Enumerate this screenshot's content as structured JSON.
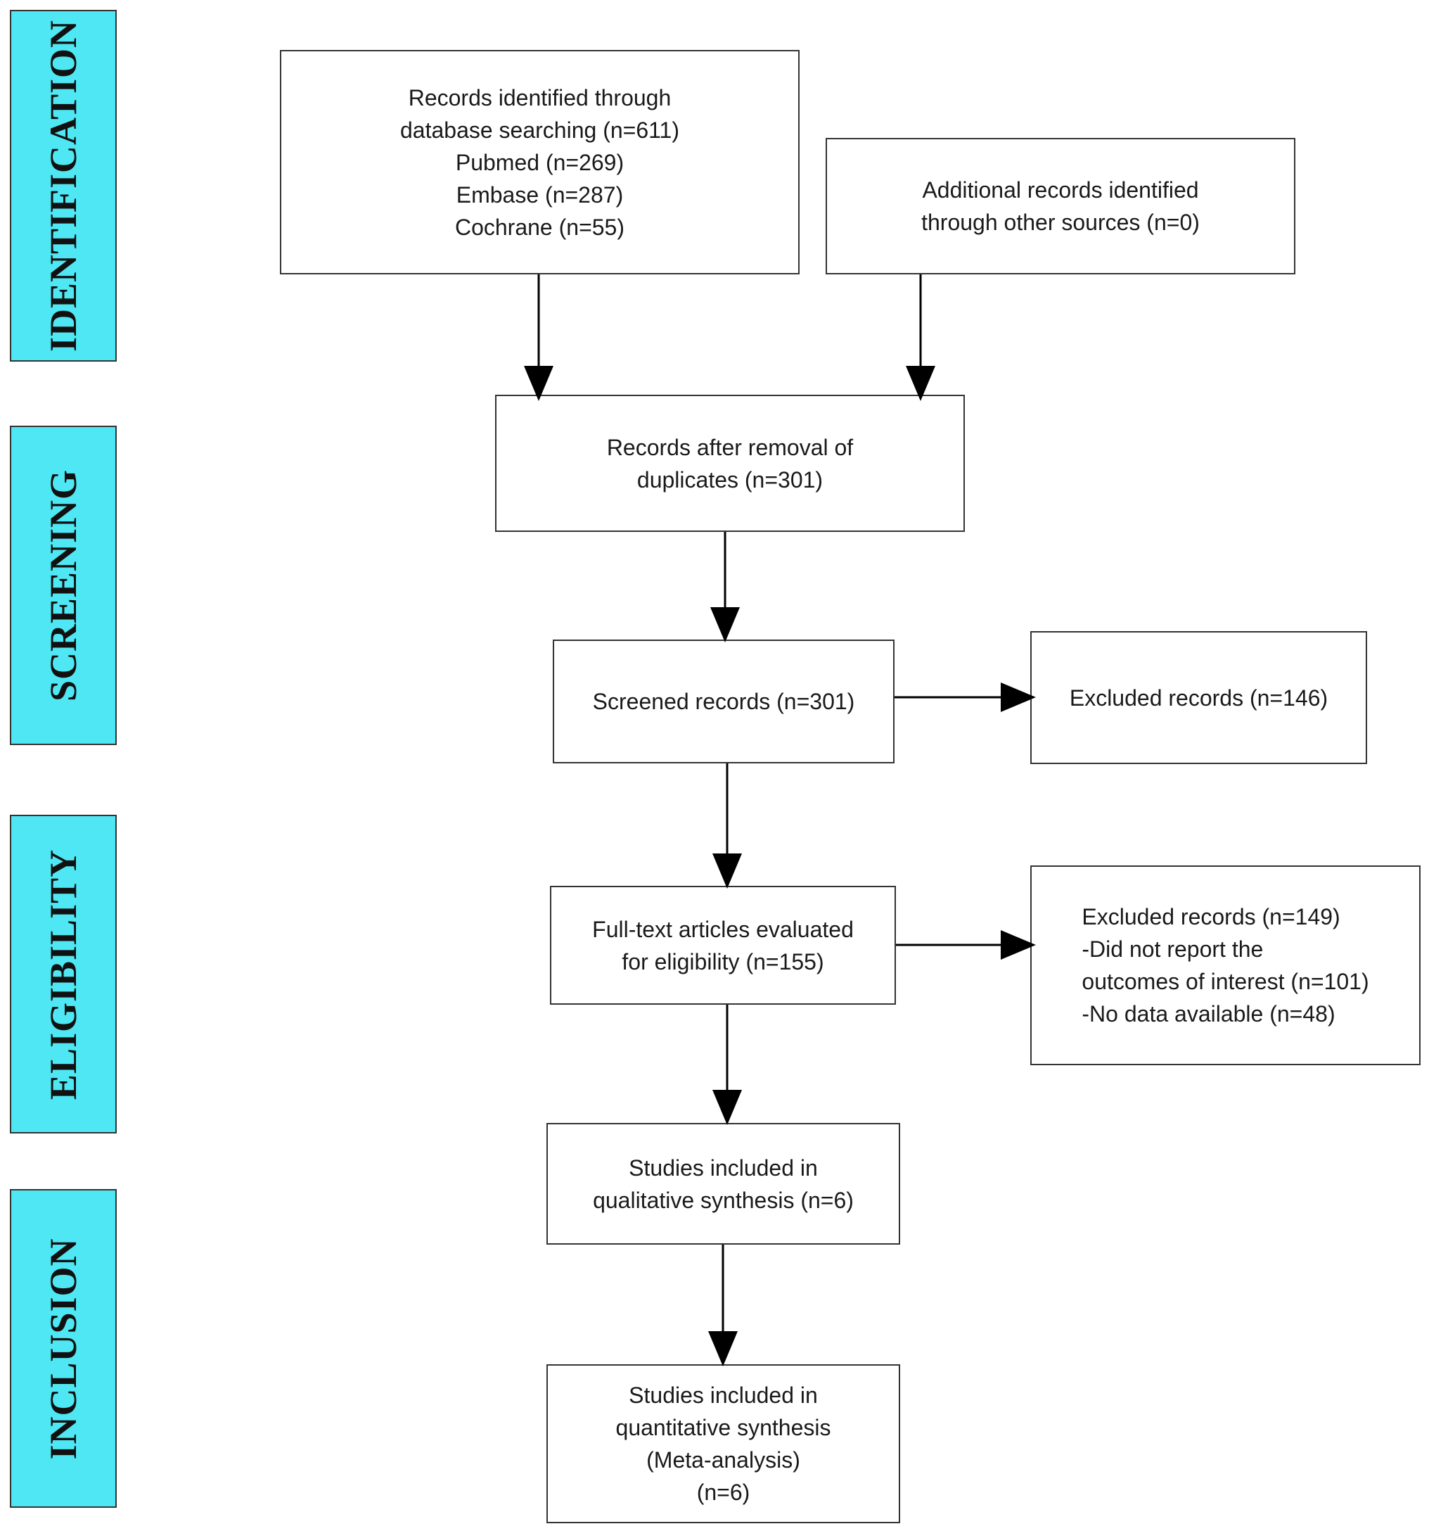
{
  "stages": [
    {
      "id": "identification",
      "label": "IDENTIFICATION"
    },
    {
      "id": "screening",
      "label": "SCREENING"
    },
    {
      "id": "eligibility",
      "label": "ELIGIBILITY"
    },
    {
      "id": "inclusion",
      "label": "INCLUSION"
    }
  ],
  "boxes": {
    "database_records": {
      "lines": [
        "Records identified through",
        "database searching (n=611)",
        "Pubmed (n=269)",
        "Embase (n=287)",
        "Cochrane (n=55)"
      ]
    },
    "additional_records": {
      "lines": [
        "Additional records identified",
        "through other sources (n=0)"
      ]
    },
    "after_duplicates": {
      "lines": [
        "Records after removal of",
        "duplicates (n=301)"
      ]
    },
    "screened": {
      "lines": [
        "Screened records (n=301)"
      ]
    },
    "excluded_screening": {
      "lines": [
        "Excluded records (n=146)"
      ]
    },
    "fulltext": {
      "lines": [
        "Full-text articles evaluated",
        "for eligibility (n=155)"
      ]
    },
    "excluded_fulltext": {
      "lines": [
        "Excluded records (n=149)",
        "-Did not report the",
        "outcomes of interest (n=101)",
        "-No data available (n=48)"
      ]
    },
    "qualitative": {
      "lines": [
        "Studies included in",
        "qualitative synthesis (n=6)"
      ]
    },
    "quantitative": {
      "lines": [
        "Studies included in",
        "quantitative synthesis",
        "(Meta-analysis)",
        "(n=6)"
      ]
    }
  },
  "colors": {
    "stage_fill": "#4fe7f3",
    "border": "#333333",
    "arrow": "#000000"
  }
}
